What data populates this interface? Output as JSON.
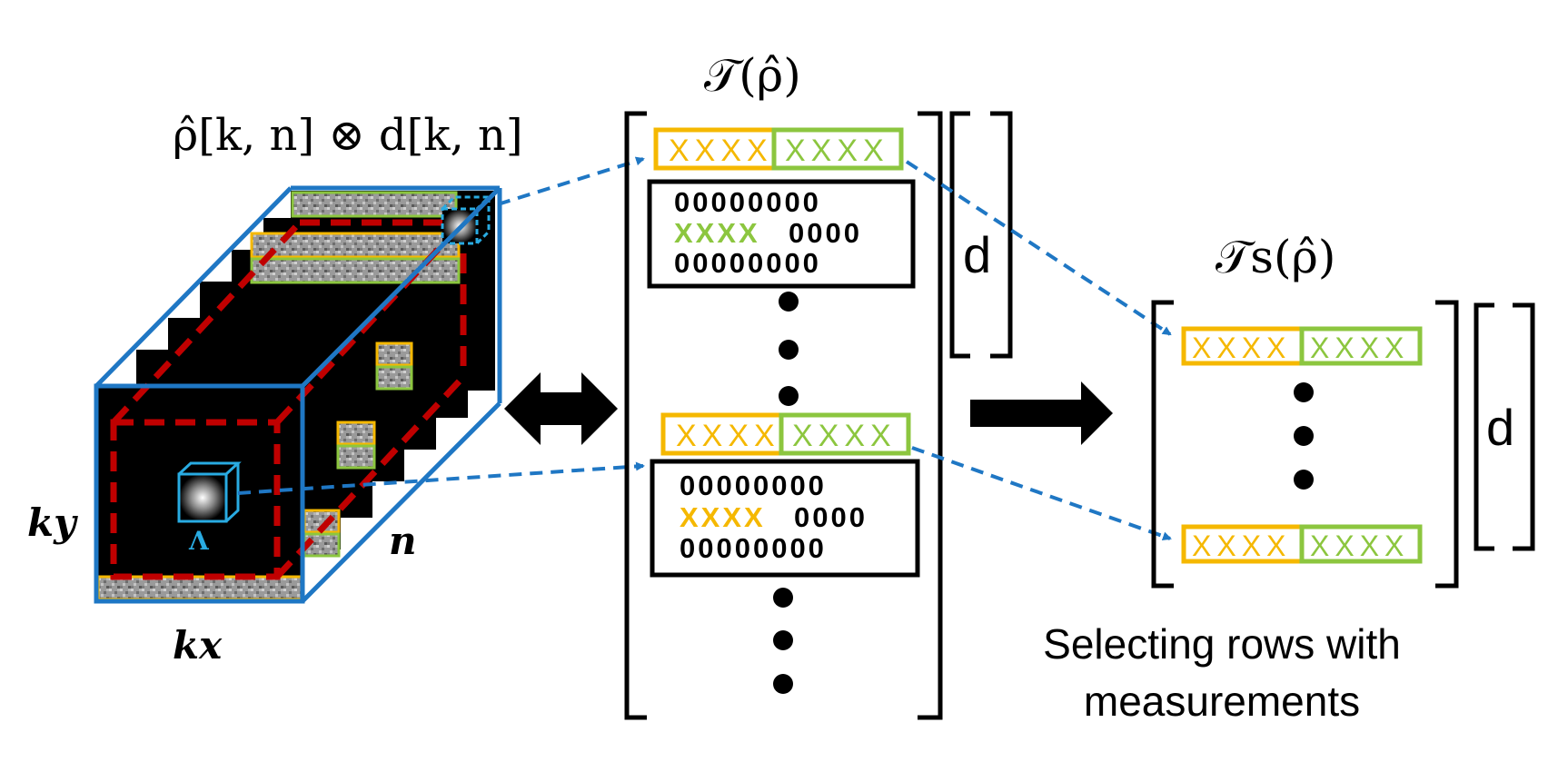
{
  "colors": {
    "orange": "#f5b800",
    "green": "#8cc63f",
    "blue": "#1f77c4",
    "red": "#c00000",
    "cyan": "#29abe2",
    "black": "#000000"
  },
  "labels": {
    "tensor_product": "ρ̂[k, n] ⊗ d[k, n]",
    "t_rho": "𝒯(ρ̂)",
    "ts_rho": "𝒯s(ρ̂)",
    "ky": "ky",
    "kx": "kx",
    "n": "n",
    "lambda": "Λ",
    "d_top": "d",
    "d_right": "d",
    "caption_line1": "Selecting rows with",
    "caption_line2": "measurements"
  },
  "matrix": {
    "x_text": "XXXX",
    "row_zeros": "00000000",
    "row_half_zeros": "0000"
  }
}
